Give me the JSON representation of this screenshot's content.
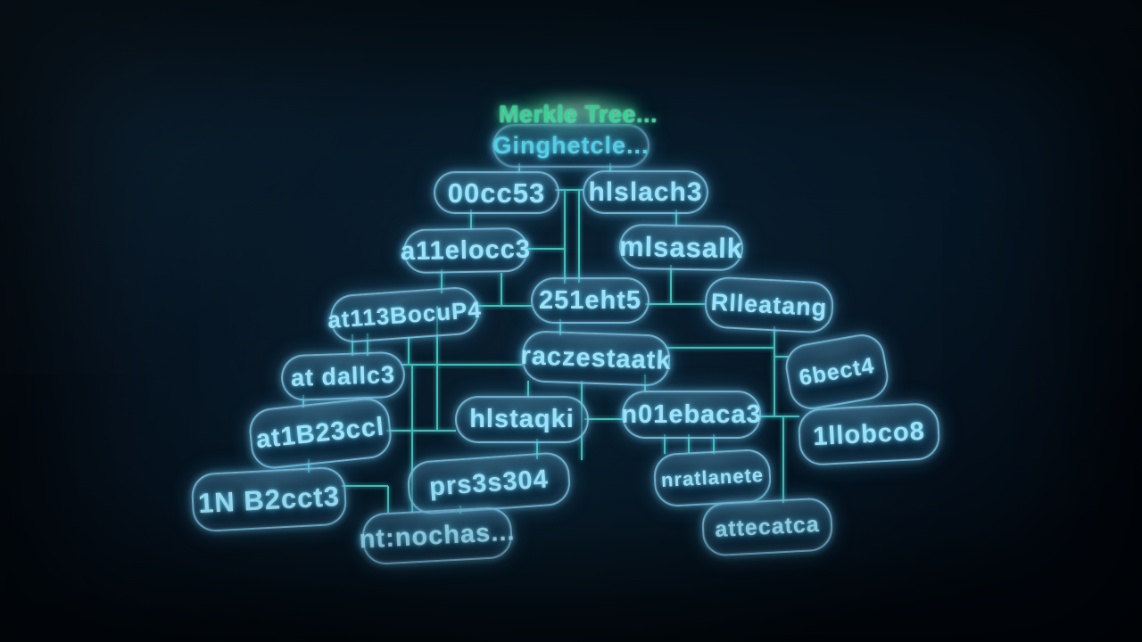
{
  "title": {
    "label": "Merkle Tree..."
  },
  "nodes": [
    {
      "label": "Ginghetcle...",
      "row": 1
    },
    {
      "label": "00cc53",
      "row": 2
    },
    {
      "label": "hlslach3",
      "row": 2
    },
    {
      "label": "a11elocc3",
      "row": 3
    },
    {
      "label": "mlsasalk",
      "row": 3
    },
    {
      "label": "at113BocuP4",
      "row": 4
    },
    {
      "label": "251eht5",
      "row": 4
    },
    {
      "label": "Rlleatang",
      "row": 4
    },
    {
      "label": "at dallc3",
      "row": 5
    },
    {
      "label": "raczestaatk",
      "row": 5
    },
    {
      "label": "6bect4",
      "row": 5
    },
    {
      "label": "at1B23ccl",
      "row": 6
    },
    {
      "label": "hlstaqki",
      "row": 6
    },
    {
      "label": "n01ebaca3",
      "row": 6
    },
    {
      "label": "1llobco8",
      "row": 6
    },
    {
      "label": "1N B2cct3",
      "row": 7
    },
    {
      "label": "prs3s304",
      "row": 7
    },
    {
      "label": "nratlanete",
      "row": 7
    },
    {
      "label": "nt:nochas...",
      "row": 8
    },
    {
      "label": "attecatca",
      "row": 8
    }
  ],
  "colors": {
    "background": "#030b15",
    "title_text": "#3ceba7",
    "node_text": "#9be2fb",
    "node_border": "#6ec6e6",
    "connector": "#45cfc9"
  }
}
